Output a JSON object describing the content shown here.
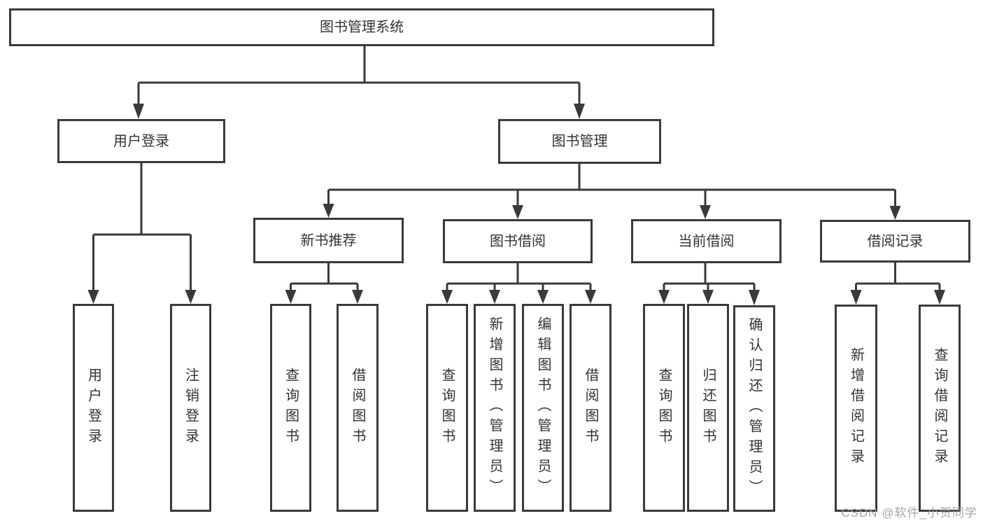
{
  "tree": {
    "label": "图书管理系统",
    "children": [
      {
        "label": "用户登录",
        "children": [
          {
            "label": "用户登录"
          },
          {
            "label": "注销登录"
          }
        ]
      },
      {
        "label": "图书管理",
        "children": [
          {
            "label": "新书推荐",
            "children": [
              {
                "label": "查询图书"
              },
              {
                "label": "借阅图书"
              }
            ]
          },
          {
            "label": "图书借阅",
            "children": [
              {
                "label": "查询图书"
              },
              {
                "label": "新增图书（管理员）"
              },
              {
                "label": "编辑图书（管理员）"
              },
              {
                "label": "借阅图书"
              }
            ]
          },
          {
            "label": "当前借阅",
            "children": [
              {
                "label": "查询图书"
              },
              {
                "label": "归还图书"
              },
              {
                "label": "确认归还（管理员）"
              }
            ]
          },
          {
            "label": "借阅记录",
            "children": [
              {
                "label": "新增借阅记录"
              },
              {
                "label": "查询借阅记录"
              }
            ]
          }
        ]
      }
    ]
  },
  "watermark": "CSDN @软件_小贺同学",
  "colors": {
    "line": "#3a3a3a",
    "box_border": "#3a3a3a",
    "text": "#333333",
    "watermark": "#9e9e9e",
    "background": "#ffffff"
  }
}
